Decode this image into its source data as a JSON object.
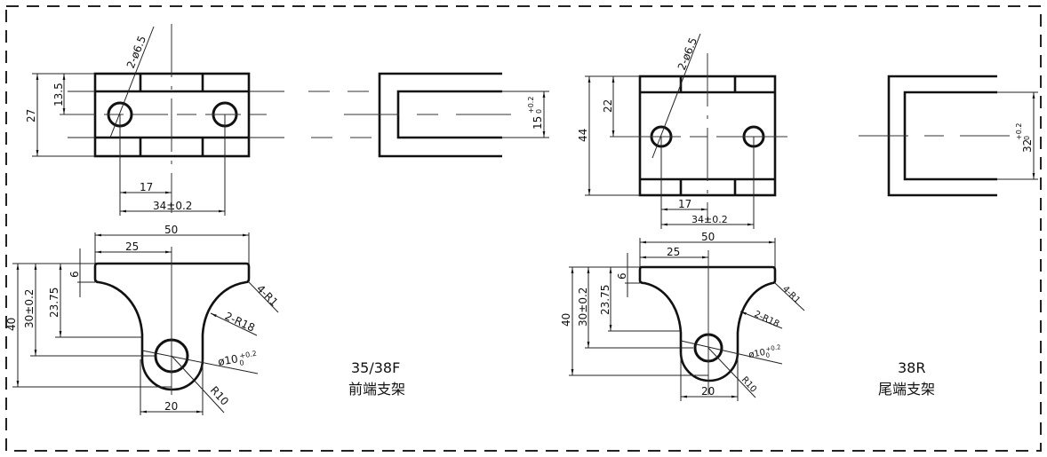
{
  "drawing": {
    "left_part": {
      "model": "35/38F",
      "name": "前端支架",
      "top_view": {
        "hole_callout": "2-ø6.5",
        "height_total": "27",
        "height_half": "13.5",
        "hole_offset": "17",
        "hole_spacing": "34±0.2"
      },
      "side_view": {
        "slot_width": "15",
        "slot_tol_upper": "+0.2",
        "slot_tol_lower": "0"
      },
      "front_view": {
        "width_total": "50",
        "width_half": "25",
        "flange_thickness": "6",
        "height_total": "40",
        "hole_height": "30±0.2",
        "arc_start_height": "23.75",
        "corner_radius": "4-R1",
        "fillet_radius": "2-R18",
        "bore_diameter": "ø10",
        "bore_tol_upper": "+0.2",
        "bore_tol_lower": "0",
        "boss_radius": "R10",
        "boss_width": "20"
      }
    },
    "right_part": {
      "model": "38R",
      "name": "尾端支架",
      "top_view": {
        "hole_callout": "2-ø6.5",
        "height_total": "44",
        "height_half": "22",
        "hole_offset": "17",
        "hole_spacing": "34±0.2"
      },
      "side_view": {
        "slot_width": "32",
        "slot_tol_upper": "+0.2",
        "slot_tol_lower": "0"
      },
      "front_view": {
        "width_total": "50",
        "width_half": "25",
        "flange_thickness": "6",
        "height_total": "40",
        "hole_height": "30±0.2",
        "arc_start_height": "23.75",
        "corner_radius": "4-R1",
        "fillet_radius": "2-R18",
        "bore_diameter": "ø10",
        "bore_tol_upper": "+0.2",
        "bore_tol_lower": "0",
        "boss_radius": "R10",
        "boss_width": "20"
      }
    }
  }
}
